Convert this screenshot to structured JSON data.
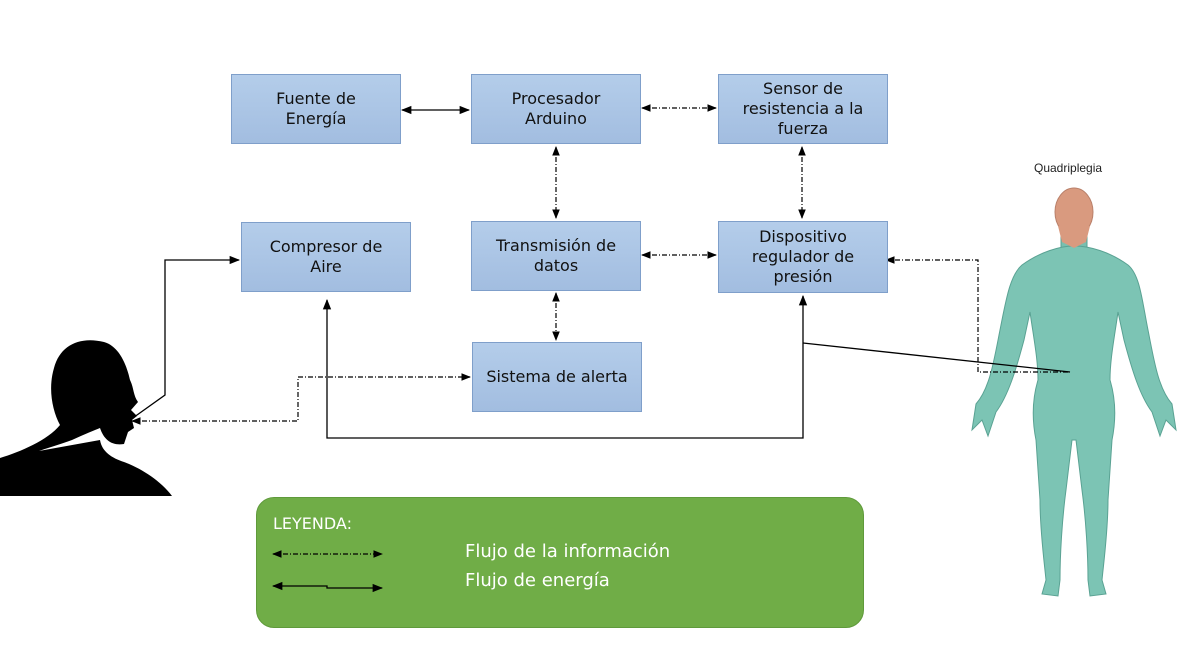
{
  "nodes": {
    "fuente": "Fuente de\nEnergía",
    "procesador": "Procesador\nArduino",
    "sensor": "Sensor de\nresistencia a la\nfuerza",
    "compresor": "Compresor de\nAire",
    "transmision": "Transmisión de\ndatos",
    "dispositivo": "Dispositivo\nregulador de\npresión",
    "alerta": "Sistema de alerta"
  },
  "figure_label": "Quadriplegia",
  "legend": {
    "title": "LEYENDA:",
    "info": "Flujo de la información",
    "energy": "Flujo de energía"
  },
  "colors": {
    "box_fill": "#a9c4e6",
    "box_border": "#7f9fca",
    "legend_bg": "#70ad47",
    "body_color": "#7cc4b4",
    "silhouette": "#000000"
  }
}
